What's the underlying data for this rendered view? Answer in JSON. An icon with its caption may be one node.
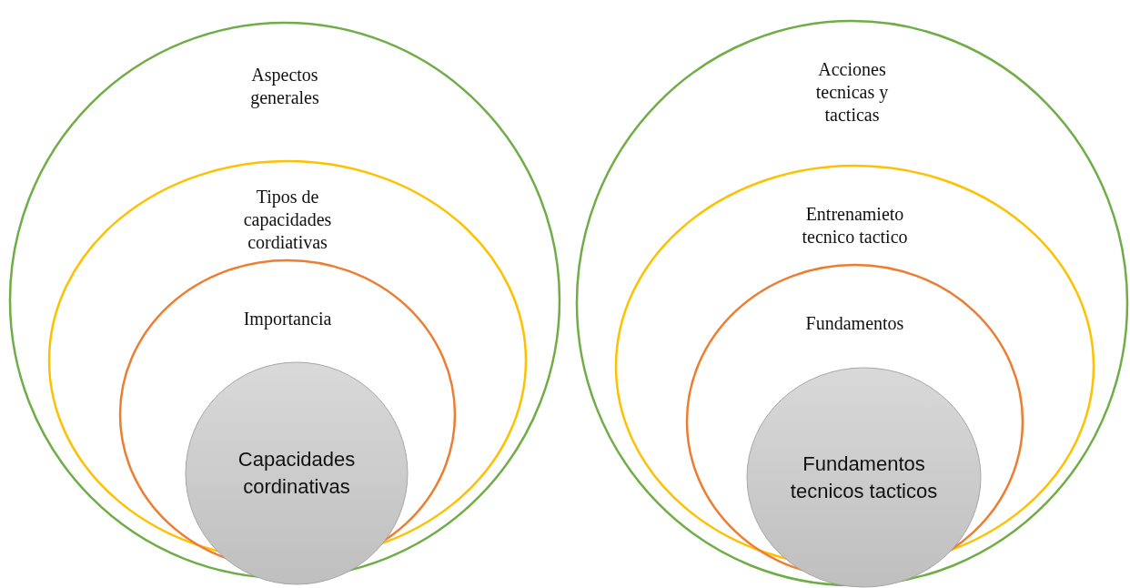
{
  "diagram": {
    "nodes": [
      {
        "text": [
          "Aspectos generales"
        ]
      },
      {
        "text": [
          "Tipos de capacidades cordiativas"
        ],
        "in": 0
      },
      {
        "text": [
          "Importancia"
        ],
        "in": 1
      },
      {
        "text": [
          "Capacidades cordinativas"
        ],
        "in": 2
      },
      {
        "text": [
          "Acciones tecnicas y tacticas"
        ]
      },
      {
        "text": [
          "Entrenamieto tecnico tactico"
        ],
        "in": 4
      },
      {
        "text": [
          "Fundamentos"
        ],
        "in": 5
      },
      {
        "text": [
          "Fundamentos tecnicos tacticos"
        ],
        "in": 6
      }
    ]
  }
}
